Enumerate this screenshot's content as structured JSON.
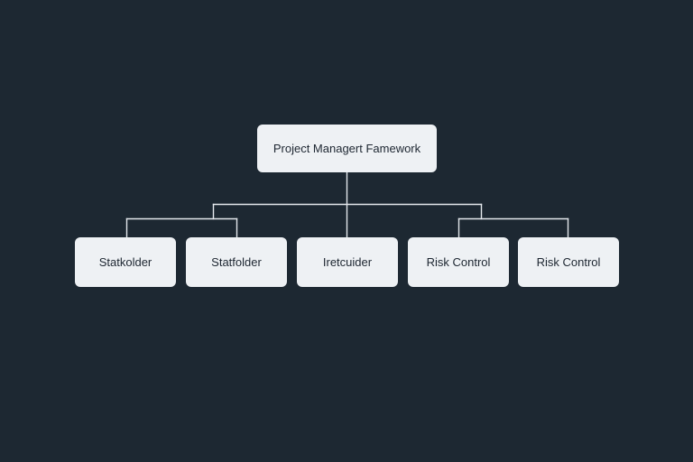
{
  "colors": {
    "background": "#1d2832",
    "node_fill": "#eef1f4",
    "node_text": "#1d2631",
    "connector": "#e3e7ec"
  },
  "diagram": {
    "root": {
      "label": "Project Managert Famework"
    },
    "children": [
      {
        "label": "Statkolder"
      },
      {
        "label": "Statfolder"
      },
      {
        "label": "Iretcuider"
      },
      {
        "label": "Risk Control"
      },
      {
        "label": "Risk Control"
      }
    ]
  }
}
